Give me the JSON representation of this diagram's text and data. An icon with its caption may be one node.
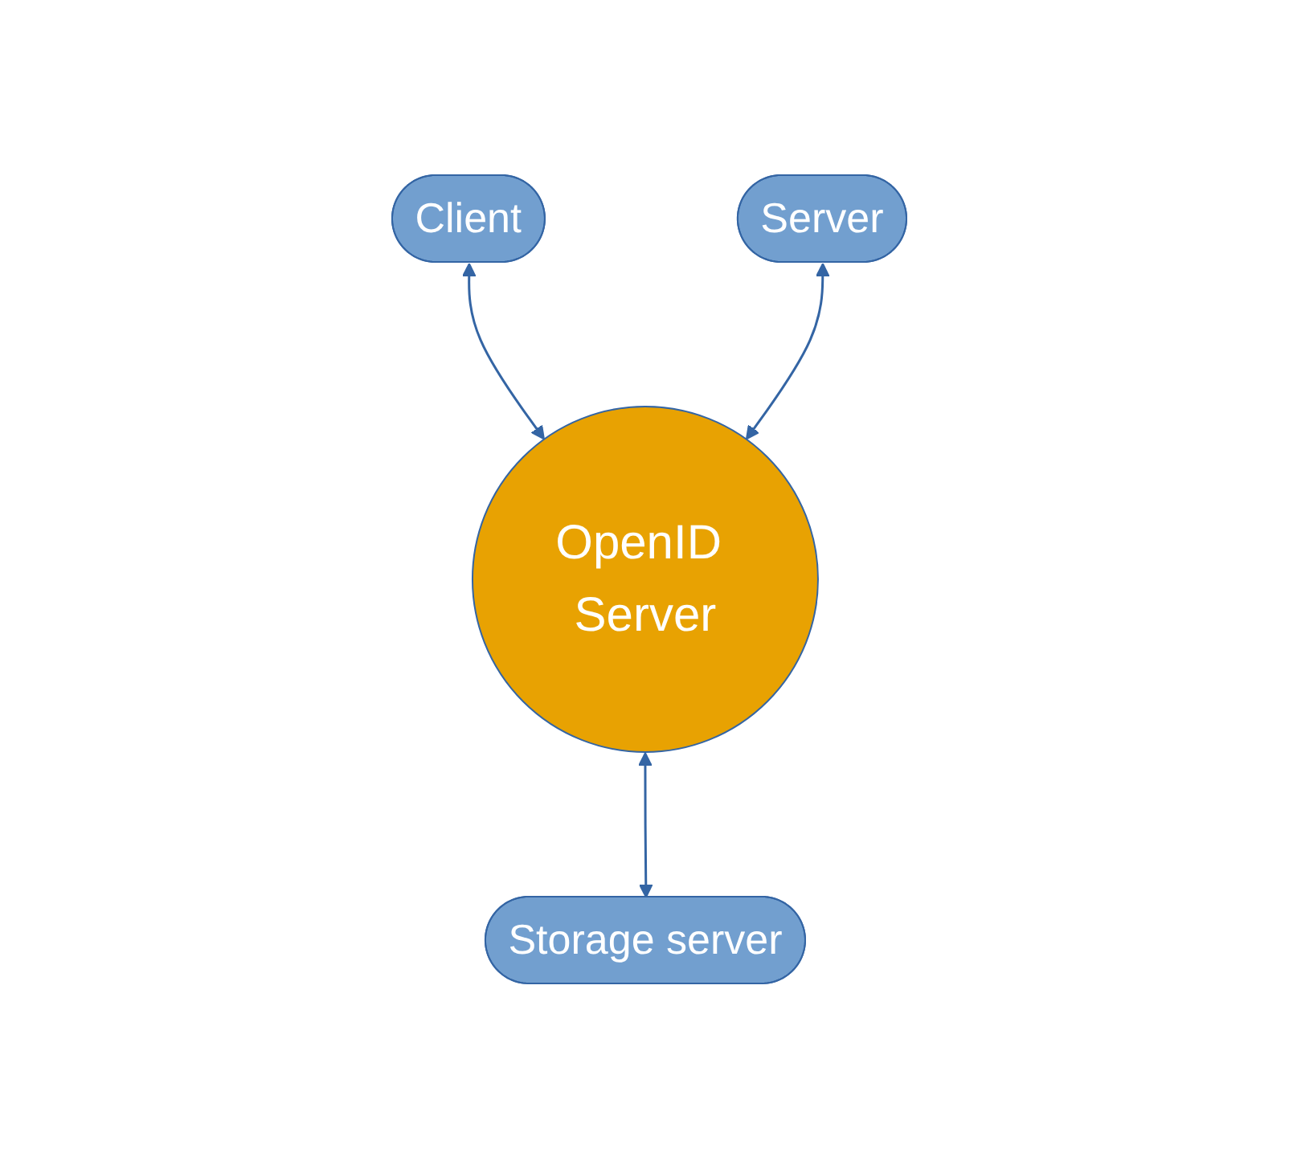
{
  "diagram": {
    "nodes": [
      {
        "text": [
          "Client"
        ]
      },
      {
        "text": [
          "Server"
        ]
      },
      {
        "text": [
          "OpenID Server"
        ]
      },
      {
        "text": [
          "Storage server"
        ]
      }
    ],
    "edges": [
      {
        "from": 0,
        "to": 2,
        "arrow": "both"
      },
      {
        "from": 1,
        "to": 2,
        "arrow": "both"
      },
      {
        "from": 2,
        "to": 3,
        "arrow": "both"
      }
    ]
  }
}
